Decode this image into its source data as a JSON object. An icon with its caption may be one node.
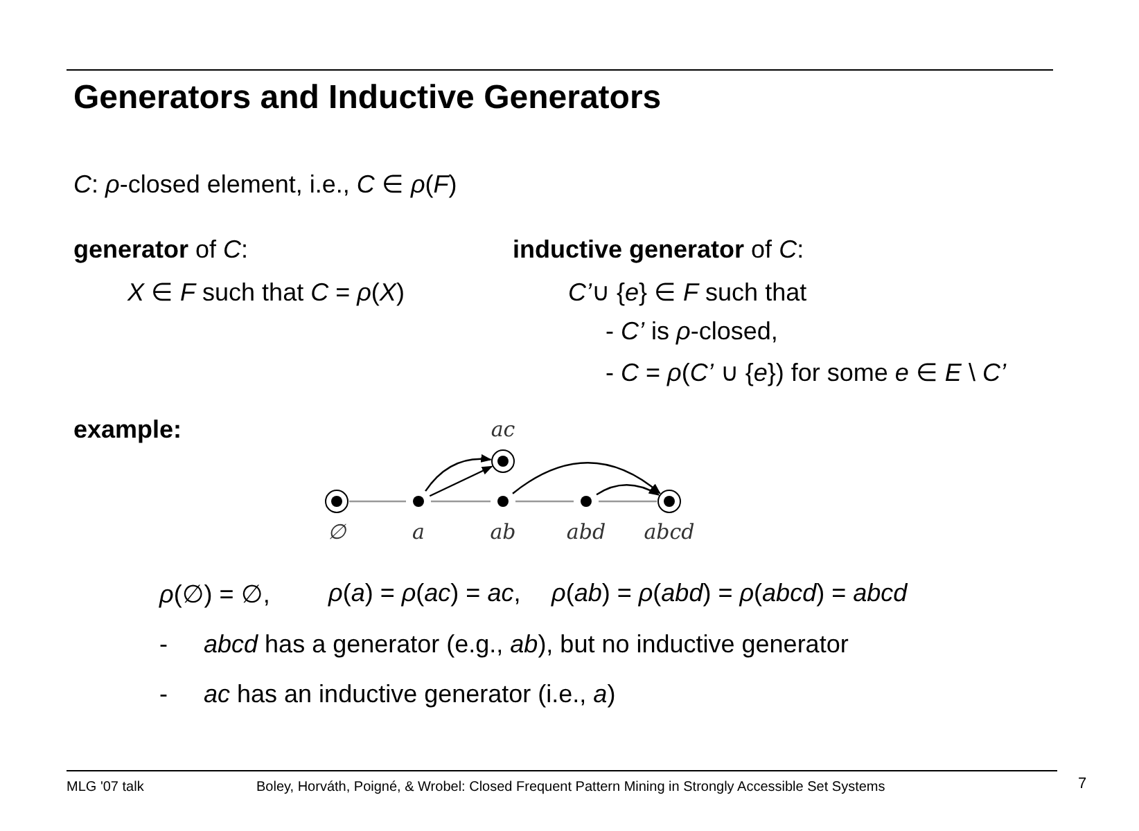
{
  "diagram": {
    "title": "Generators and Inductive Generators",
    "nodes": [
      {
        "text": [],
        "shape": "ring",
        "beside": [
          "∅"
        ]
      },
      {
        "text": [],
        "shape": "circle",
        "beside": [
          "a"
        ]
      },
      {
        "text": [],
        "shape": "circle",
        "beside": [
          "ab"
        ]
      },
      {
        "text": [],
        "shape": "circle",
        "beside": [
          "abd"
        ]
      },
      {
        "text": [],
        "shape": "ring",
        "beside": [
          "abcd"
        ]
      },
      {
        "text": [],
        "shape": "ring",
        "beside": [
          "ac"
        ]
      }
    ],
    "edges": [
      {
        "from": 0,
        "to": 1,
        "arrow": "none",
        "color": "#999999"
      },
      {
        "from": 1,
        "to": 2,
        "arrow": "none",
        "color": "#999999"
      },
      {
        "from": 2,
        "to": 3,
        "arrow": "none",
        "color": "#999999"
      },
      {
        "from": 3,
        "to": 4,
        "arrow": "none",
        "color": "#999999"
      },
      {
        "from": 1,
        "to": 5,
        "arrow": "to",
        "color": "#000000"
      },
      {
        "from": 1,
        "to": 5,
        "arrow": "to",
        "color": "#000000"
      },
      {
        "from": 2,
        "to": 4,
        "arrow": "to",
        "color": "#000000"
      },
      {
        "from": 3,
        "to": 4,
        "arrow": "to",
        "color": "#000000"
      }
    ],
    "labels": [
      "*C*: *ρ*-closed element, i.e., *C* ∈ *ρ*(*F*)",
      "**generator** of *C*:",
      "*X* ∈ *F*  such that *C* = *ρ*(*X*)",
      "**inductive generator** of *C*:",
      "*C’*∪ {*e*} ∈ *F*  such that",
      "- *C’* is *ρ*-closed,",
      "- *C* = *ρ*(*C’* ∪ {*e*}) for some *e* ∈ *E* \\ *C’*",
      "example:",
      "*ρ*(∅) = ∅,",
      "*ρ*(*a*) = *ρ*(*ac*) = *ac*,",
      "*ρ*(*ab*) = *ρ*(*abd*) = *ρ*(*abcd*) = *abcd*",
      "-",
      "*abcd* has a generator (e.g., *ab*), but no inductive generator",
      "-",
      "*ac* has an inductive generator (i.e., *a*)",
      "MLG '07 talk",
      "Boley, Horváth, Poigné,  & Wrobel: Closed Frequent Pattern Mining in Strongly Accessible Set Systems",
      "7"
    ]
  }
}
